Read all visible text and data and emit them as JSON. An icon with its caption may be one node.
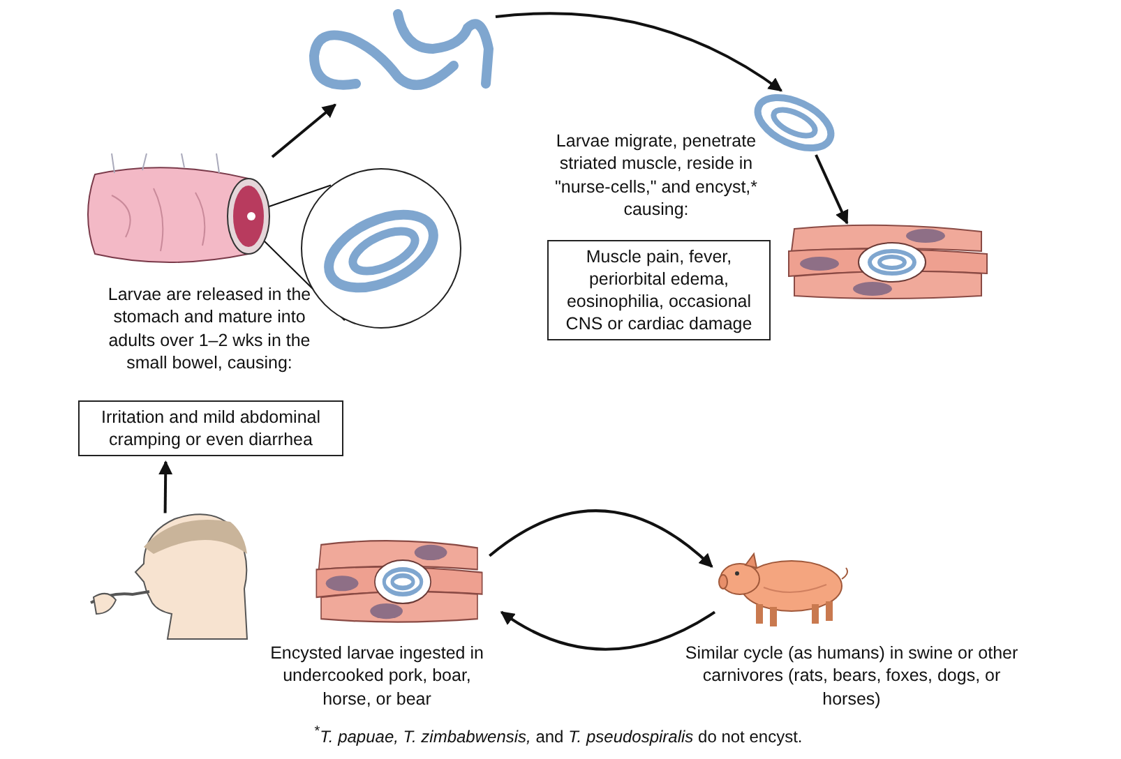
{
  "diagram": {
    "nodes": [
      {
        "text": [],
        "shape": "picture"
      },
      {
        "text": [
          "Irritation and mild abdominal cramping or even diarrhea"
        ]
      },
      {
        "text": [],
        "shape": "picture"
      },
      {
        "text": [],
        "shape": "picture"
      },
      {
        "text": [],
        "shape": "picture"
      },
      {
        "text": [
          "Muscle pain, fever, periorbital edema, eosinophilia, occasional CNS or cardiac damage"
        ]
      },
      {
        "text": [],
        "shape": "picture"
      },
      {
        "text": [],
        "shape": "person"
      },
      {
        "text": [],
        "shape": "picture"
      },
      {
        "text": [],
        "shape": "picture"
      }
    ],
    "edges": [
      {
        "from": 0,
        "to": 3,
        "arrow": "to"
      },
      {
        "from": 3,
        "to": 4,
        "arrow": "to"
      },
      {
        "from": 4,
        "to": 6,
        "arrow": "to"
      },
      {
        "from": 7,
        "to": 1,
        "arrow": "to"
      },
      {
        "from": 8,
        "to": 9,
        "arrow": "to"
      },
      {
        "from": 9,
        "to": 8,
        "arrow": "to"
      },
      {
        "from": 0,
        "to": 2,
        "arrow": "none"
      }
    ],
    "labels": [
      "Larvae are released in the stomach and mature into adults over 1–2 wks in the small bowel, causing:",
      "Larvae migrate, penetrate striated muscle, reside in \"nurse-cells,\" and encyst,* causing:",
      "Encysted larvae ingested in undercooked pork, boar, horse, or bear",
      "Similar cycle (as humans) in swine or other carnivores (rats, bears, foxes, dogs, or horses)",
      "$^{*}$*T. papuae, T. zimbabwensis,* and *T. pseudospiralis* do not encyst."
    ]
  }
}
